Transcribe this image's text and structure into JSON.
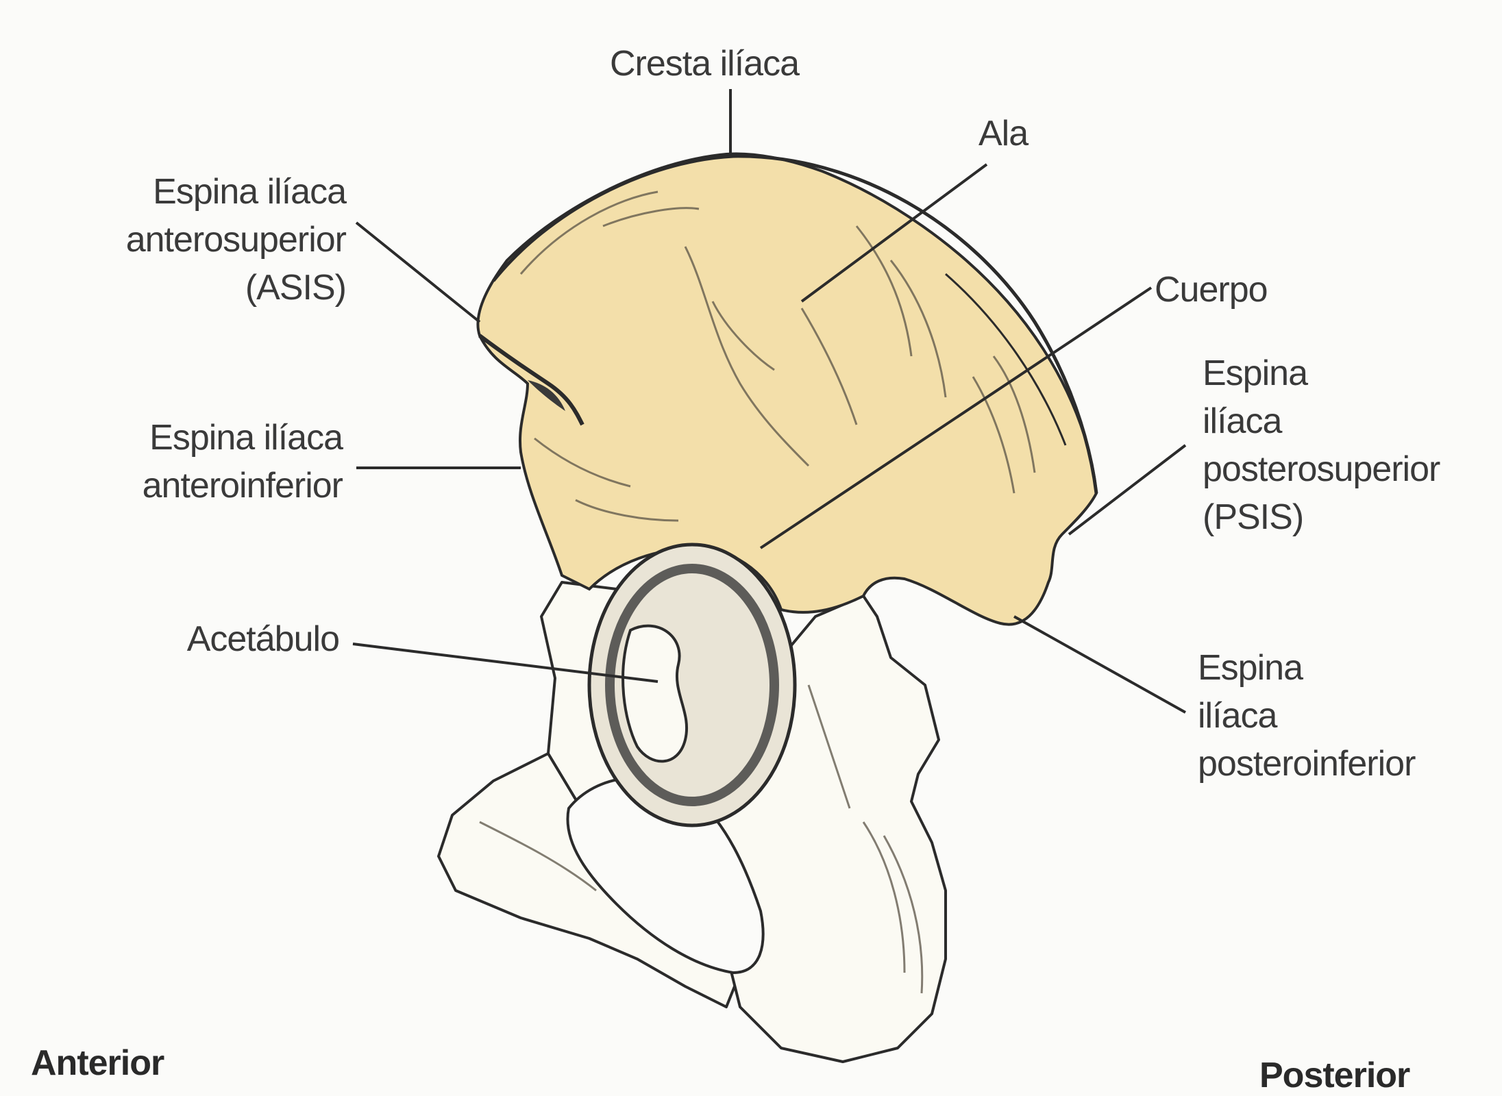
{
  "labels": {
    "cresta": "Cresta ilíaca",
    "ala": "Ala",
    "asis": [
      "Espina ilíaca",
      "anterosuperior",
      "(ASIS)"
    ],
    "cuerpo": "Cuerpo",
    "psis": [
      "Espina",
      "ilíaca",
      "posterosuperior",
      "(PSIS)"
    ],
    "aiis": [
      "Espina ilíaca",
      "anteroinferior"
    ],
    "acetabulo": "Acetábulo",
    "psii": [
      "Espina",
      "ilíaca",
      "posteroinferior"
    ]
  },
  "directions": {
    "anterior": "Anterior",
    "posterior": "Posterior"
  },
  "colors": {
    "ilium": "#f3dfaa",
    "bone": "#fbfaf3",
    "outline": "#2b2b2b",
    "shadow": "#5a5346",
    "background": "#fbfbf9"
  }
}
